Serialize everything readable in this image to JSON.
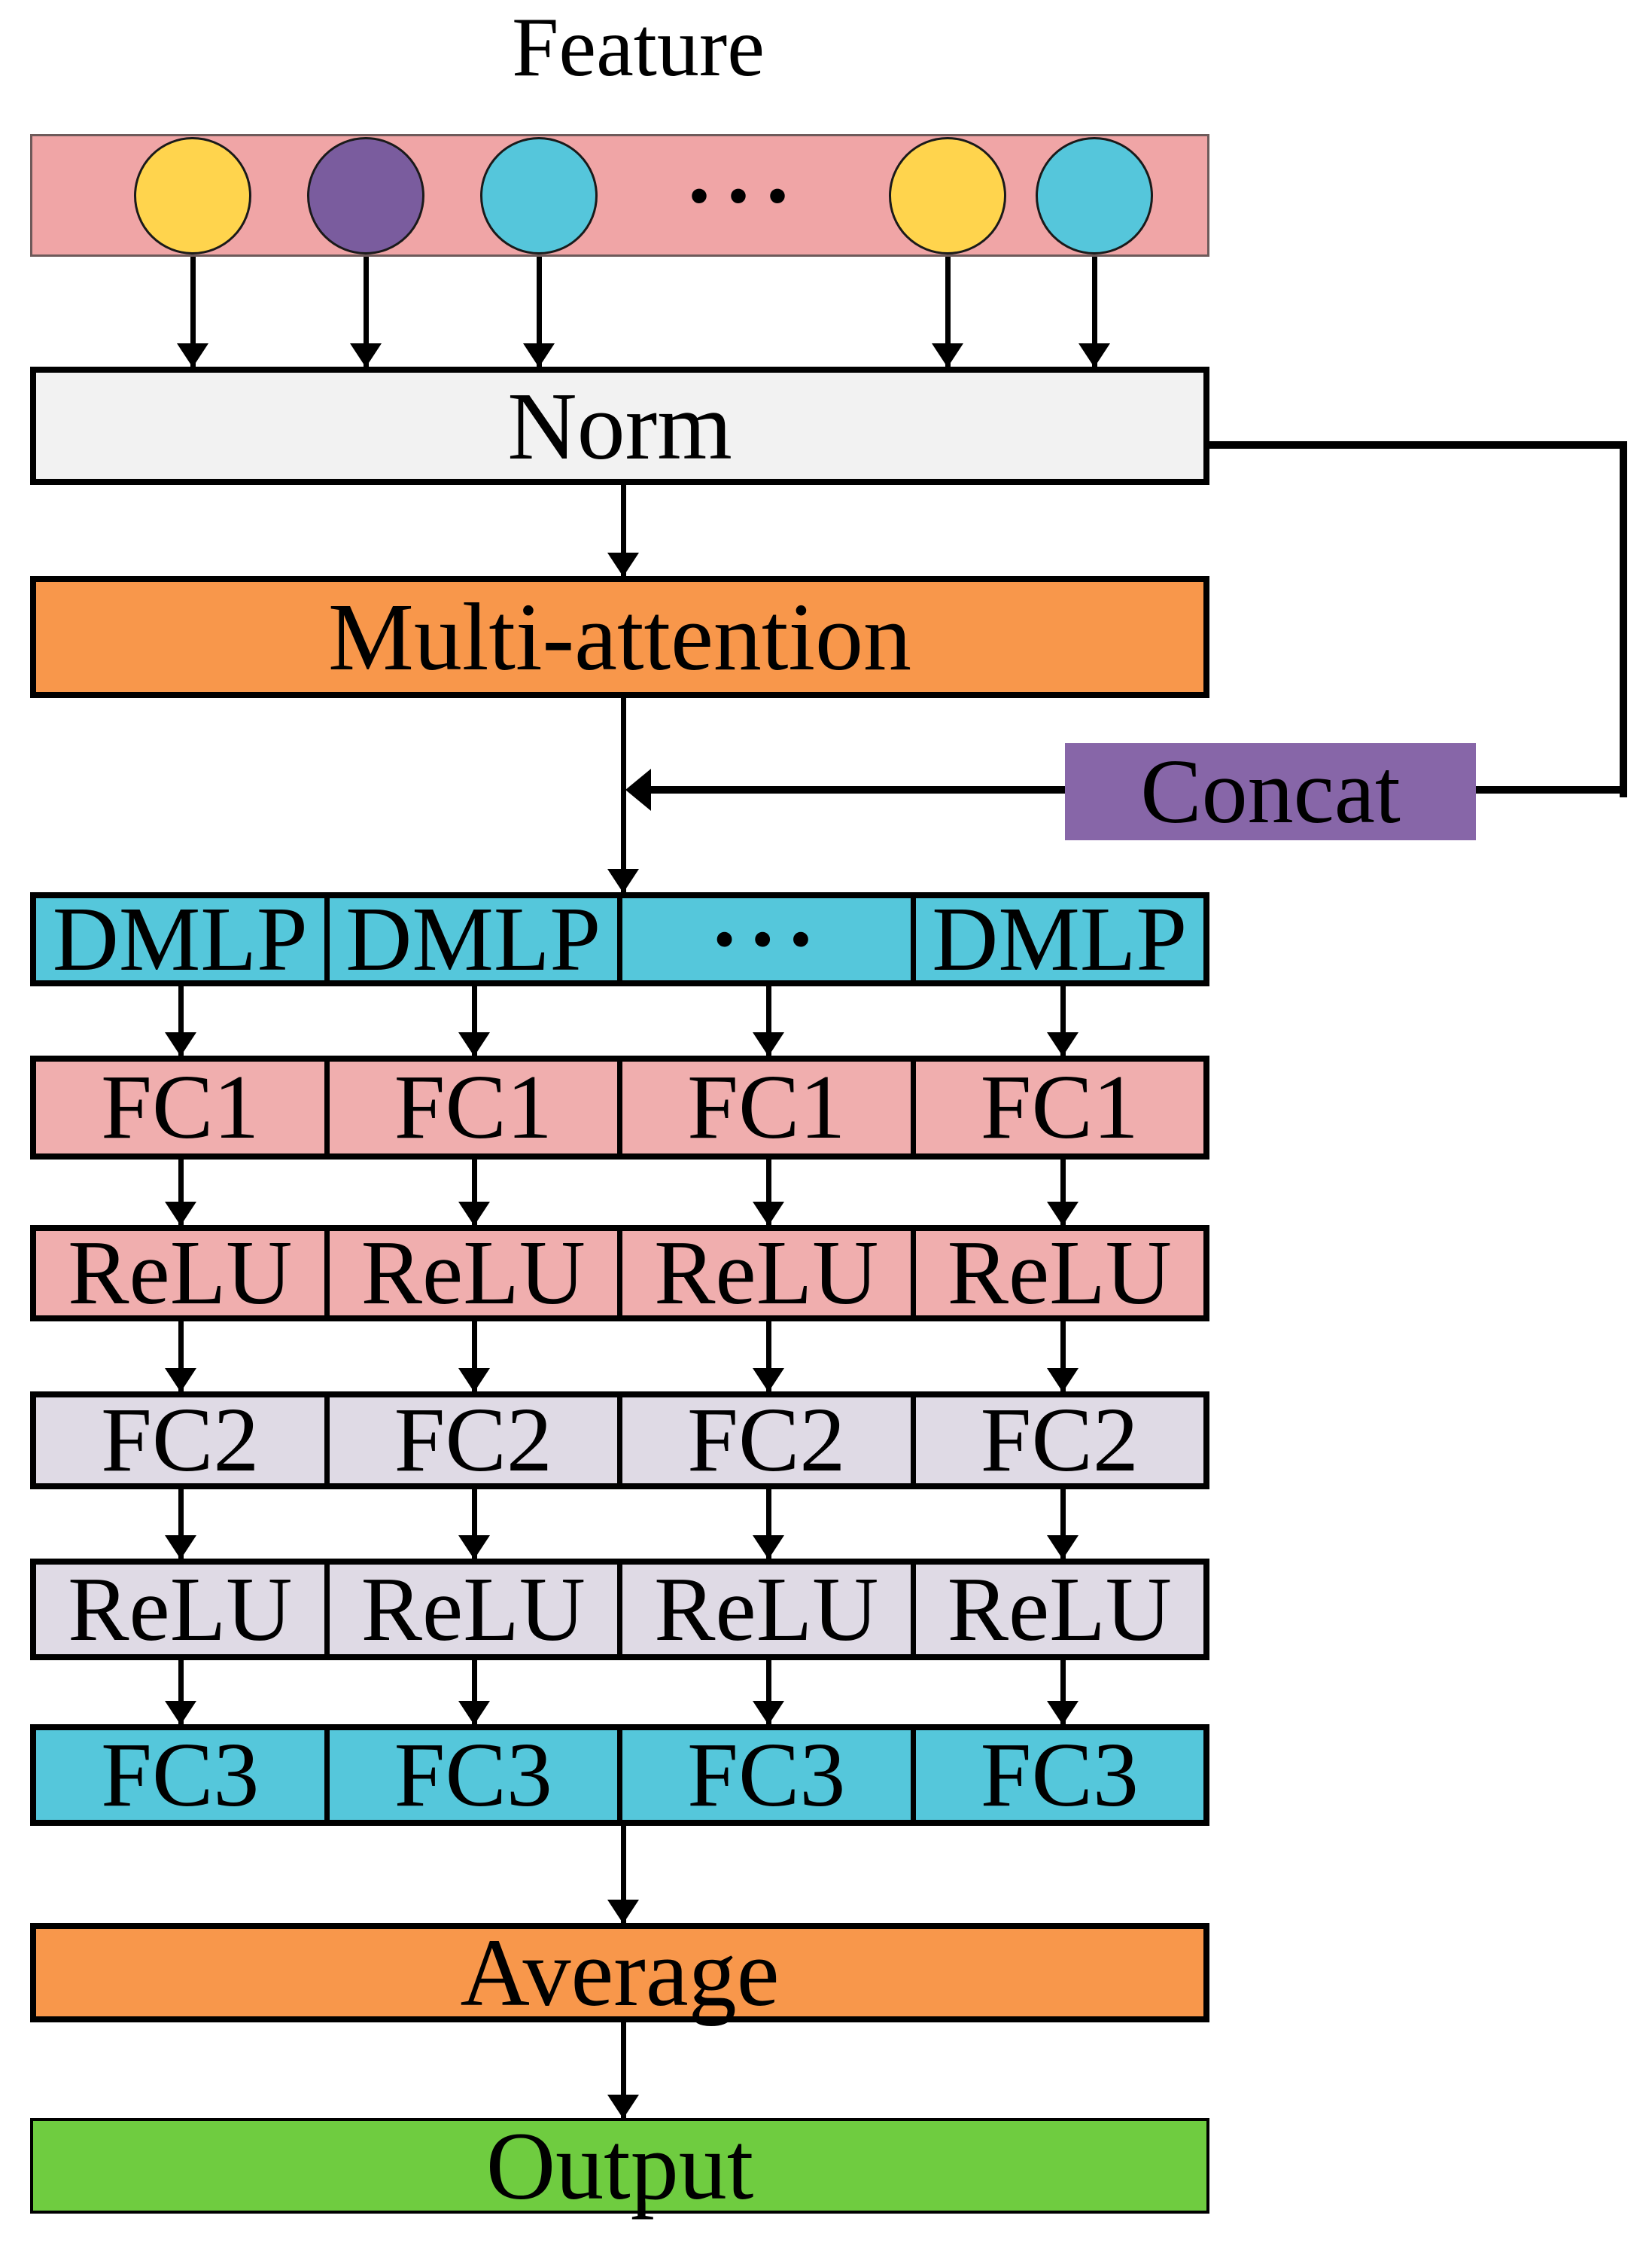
{
  "title": "Feature",
  "feature_bar": {
    "dots": "···",
    "circles": [
      {
        "name": "yellow",
        "color": "#FFD44D"
      },
      {
        "name": "purple",
        "color": "#7A5C9E"
      },
      {
        "name": "cyan",
        "color": "#55C6DB"
      },
      {
        "name": "yellow",
        "color": "#FFD44D"
      },
      {
        "name": "cyan",
        "color": "#55C6DB"
      }
    ]
  },
  "boxes": {
    "norm": "Norm",
    "multi_attention": "Multi-attention",
    "concat": "Concat",
    "average": "Average",
    "output": "Output"
  },
  "rows": [
    {
      "id": "dmlp",
      "cells": [
        "DMLP",
        "DMLP",
        "···",
        "DMLP"
      ]
    },
    {
      "id": "fc1",
      "cells": [
        "FC1",
        "FC1",
        "FC1",
        "FC1"
      ]
    },
    {
      "id": "relu1",
      "cells": [
        "ReLU",
        "ReLU",
        "ReLU",
        "ReLU"
      ]
    },
    {
      "id": "fc2",
      "cells": [
        "FC2",
        "FC2",
        "FC2",
        "FC2"
      ]
    },
    {
      "id": "relu2",
      "cells": [
        "ReLU",
        "ReLU",
        "ReLU",
        "ReLU"
      ]
    },
    {
      "id": "fc3",
      "cells": [
        "FC3",
        "FC3",
        "FC3",
        "FC3"
      ]
    }
  ],
  "colors": {
    "feature_bar_fill": "#F0A5A6",
    "circle_yellow": "#FFD44D",
    "circle_purple": "#7A5C9E",
    "circle_cyan": "#55C6DB",
    "norm_fill": "#F2F2F2",
    "attention_orange": "#F8974B",
    "concat_purple": "#8766A8",
    "row_cyan": "#55C7DB",
    "row_pink": "#F0AEAE",
    "row_lavender": "#DFDAE5",
    "output_green": "#6FCC40",
    "line_black": "#000000"
  }
}
